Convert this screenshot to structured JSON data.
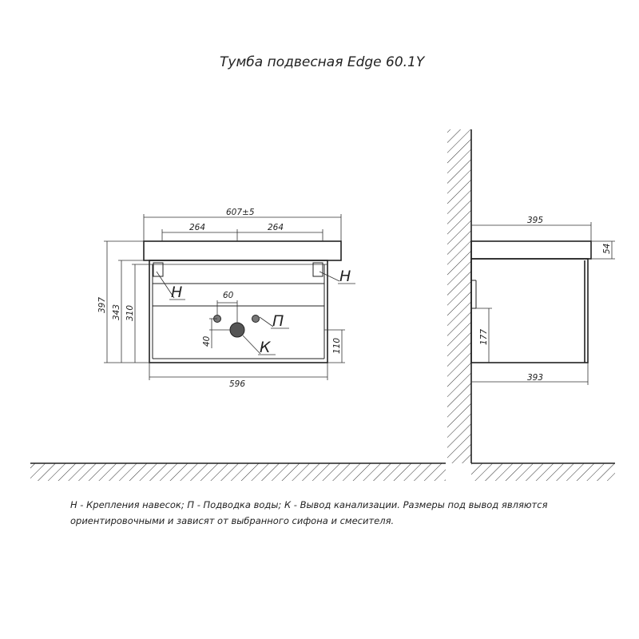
{
  "title": "Тумба подвесная Edge 60.1Y",
  "front_view": {
    "dim_overall_width": "607±5",
    "dim_left_offset": "264",
    "dim_right_offset": "264",
    "dim_body_width": "596",
    "dim_total_height": "397",
    "dim_height_mid": "343",
    "dim_inner_height": "310",
    "dim_pipe_spacing": "60",
    "dim_water_height": "40",
    "dim_drain_height": "110",
    "label_mount_left": "Н",
    "label_mount_right": "Н",
    "label_water": "П",
    "label_drain": "К"
  },
  "side_view": {
    "dim_top_depth": "395",
    "dim_top_thickness": "54",
    "dim_body_depth": "393",
    "dim_drain_height": "177"
  },
  "notes": {
    "line1": "Н - Крепления навесок; П - Подводка воды; К - Вывод канализации. Размеры под вывод являются",
    "line2": "ориентировочными и зависят от выбранного сифона и смесителя."
  }
}
